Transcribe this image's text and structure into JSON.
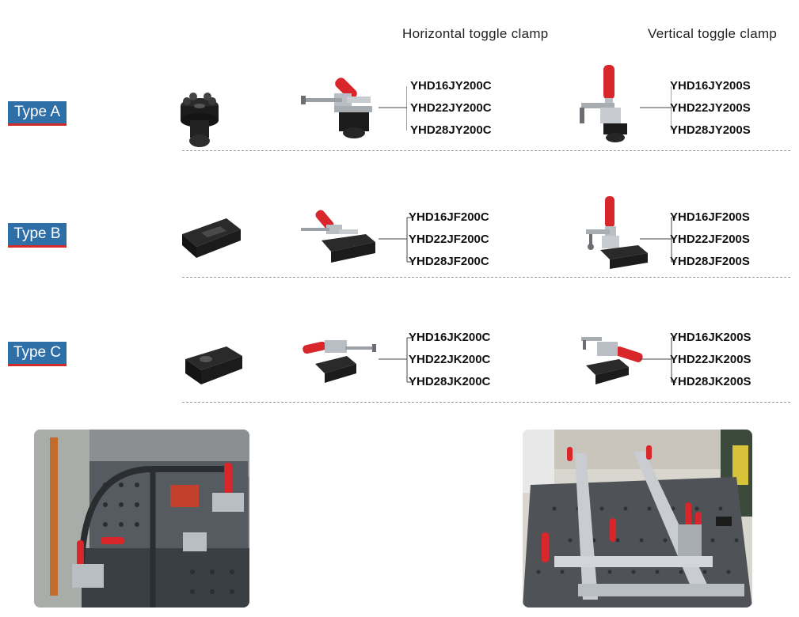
{
  "columns": {
    "horizontal": "Horizontal toggle clamp",
    "vertical": "Vertical toggle clamp"
  },
  "rows": [
    {
      "type_label": "Type A",
      "horizontal_models": [
        "YHD16JY200C",
        "YHD22JY200C",
        "YHD28JY200C"
      ],
      "vertical_models": [
        "YHD16JY200S",
        "YHD22JY200S",
        "YHD28JY200S"
      ]
    },
    {
      "type_label": "Type B",
      "horizontal_models": [
        "YHD16JF200C",
        "YHD22JF200C",
        "YHD28JF200C"
      ],
      "vertical_models": [
        "YHD16JF200S",
        "YHD22JF200S",
        "YHD28JF200S"
      ]
    },
    {
      "type_label": "Type C",
      "horizontal_models": [
        "YHD16JK200C",
        "YHD22JK200C",
        "YHD28JK200C"
      ],
      "vertical_models": [
        "YHD16JK200S",
        "YHD22JK200S",
        "YHD28JK200S"
      ]
    }
  ],
  "colors": {
    "badge_bg": "#2f6fa8",
    "badge_underline": "#d62a2a",
    "clamp_handle": "#d8262b",
    "clamp_metal": "#b9bec4",
    "base_black": "#1b1b1b"
  }
}
